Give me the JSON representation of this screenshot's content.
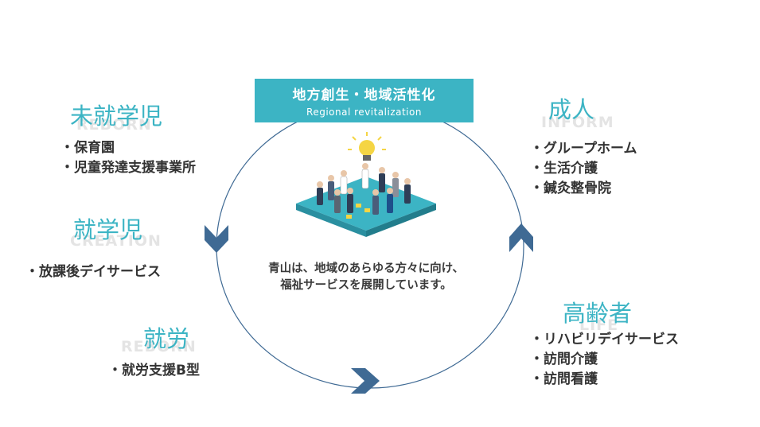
{
  "center": {
    "title_ja": "地方創生・地域活性化",
    "title_en": "Regional revitalization",
    "message_line1": "青山は、地域のあらゆる方々に向け、",
    "message_line2": "福祉サービスを展開しています。"
  },
  "colors": {
    "accent": "#3cb4c4",
    "arrow": "#3f6a94",
    "ring": "#3f6a94"
  },
  "sections": {
    "preschool": {
      "title": "未就学児",
      "subtitle": "REBORN",
      "items": [
        "・保育園",
        "・児童発達支援事業所"
      ]
    },
    "schoolage": {
      "title": "就学児",
      "subtitle": "CREATION",
      "items": [
        "・放課後デイサービス"
      ]
    },
    "work": {
      "title": "就労",
      "subtitle": "REBORN",
      "items": [
        "・就労支援B型"
      ]
    },
    "adult": {
      "title": "成人",
      "subtitle": "INFORM",
      "items": [
        "・グループホーム",
        "・生活介護",
        "・鍼灸整骨院"
      ]
    },
    "elderly": {
      "title": "高齢者",
      "subtitle": "LIFE",
      "items": [
        "・リハビリデイサービス",
        "・訪問介護",
        "・訪問看護"
      ]
    }
  }
}
